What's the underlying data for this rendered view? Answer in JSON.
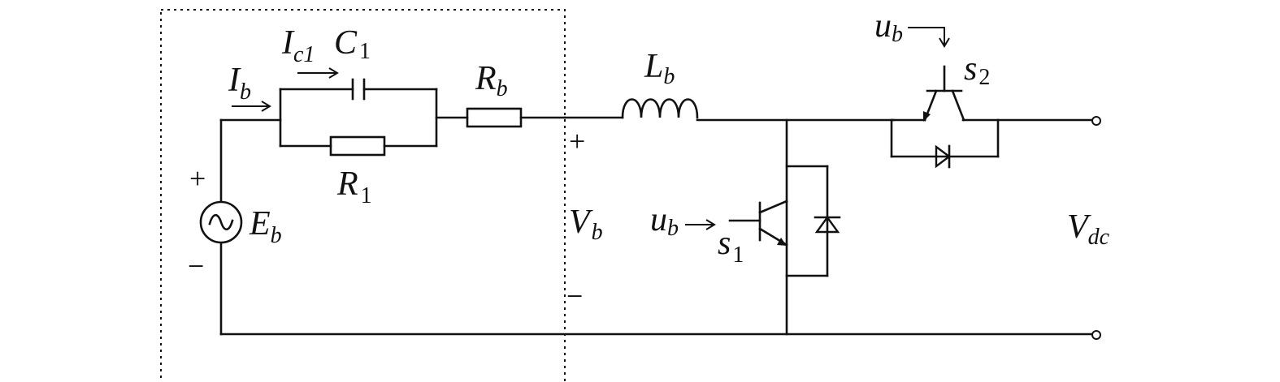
{
  "labels": {
    "Ib": {
      "main": "I",
      "sub": "b"
    },
    "Ic1": {
      "main": "I",
      "sub": "c1"
    },
    "C1": {
      "main": "C",
      "sub": "1"
    },
    "Rb": {
      "main": "R",
      "sub": "b"
    },
    "R1": {
      "main": "R",
      "sub": "1"
    },
    "Eb": {
      "main": "E",
      "sub": "b"
    },
    "Lb": {
      "main": "L",
      "sub": "b"
    },
    "Vb": {
      "main": "V",
      "sub": "b"
    },
    "Vdc": {
      "main": "V",
      "sub": "dc"
    },
    "ub_s1": {
      "main": "u",
      "sub": "b"
    },
    "ub_s2": {
      "main": "u",
      "sub": "b"
    },
    "s1": {
      "main": "s",
      "sub": "1"
    },
    "s2": {
      "main": "s",
      "sub": "2"
    }
  },
  "signs": {
    "source_plus": "+",
    "source_minus": "−",
    "vb_plus": "+",
    "vb_minus": "−"
  }
}
